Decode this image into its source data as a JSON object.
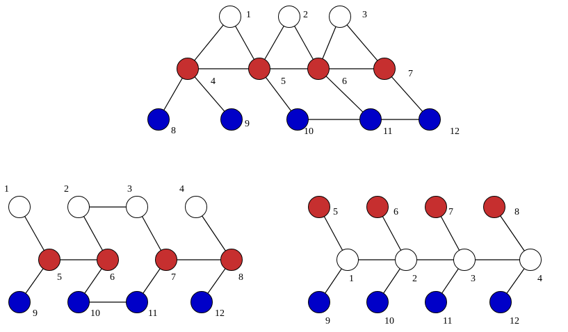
{
  "colors": {
    "white": "#ffffff",
    "red": "#c62f2f",
    "blue": "#0000c8",
    "edge": "#000000"
  },
  "graphs": [
    {
      "id": "top",
      "nodes": [
        {
          "id": "1",
          "color": "white",
          "label": "1"
        },
        {
          "id": "2",
          "color": "white",
          "label": "2"
        },
        {
          "id": "3",
          "color": "white",
          "label": "3"
        },
        {
          "id": "4",
          "color": "red",
          "label": "4"
        },
        {
          "id": "5",
          "color": "red",
          "label": "5"
        },
        {
          "id": "6",
          "color": "red",
          "label": "6"
        },
        {
          "id": "7",
          "color": "red",
          "label": "7"
        },
        {
          "id": "8",
          "color": "blue",
          "label": "8"
        },
        {
          "id": "9",
          "color": "blue",
          "label": "9"
        },
        {
          "id": "10",
          "color": "blue",
          "label": "10"
        },
        {
          "id": "11",
          "color": "blue",
          "label": "11"
        },
        {
          "id": "12",
          "color": "blue",
          "label": "12"
        }
      ],
      "edges": [
        [
          "1",
          "4"
        ],
        [
          "1",
          "5"
        ],
        [
          "2",
          "5"
        ],
        [
          "2",
          "6"
        ],
        [
          "3",
          "6"
        ],
        [
          "3",
          "7"
        ],
        [
          "4",
          "5"
        ],
        [
          "5",
          "6"
        ],
        [
          "6",
          "7"
        ],
        [
          "4",
          "8"
        ],
        [
          "4",
          "9"
        ],
        [
          "5",
          "10"
        ],
        [
          "6",
          "11"
        ],
        [
          "7",
          "12"
        ],
        [
          "10",
          "11"
        ],
        [
          "11",
          "12"
        ]
      ]
    },
    {
      "id": "bottom-left",
      "nodes": [
        {
          "id": "1",
          "color": "white",
          "label": "1"
        },
        {
          "id": "2",
          "color": "white",
          "label": "2"
        },
        {
          "id": "3",
          "color": "white",
          "label": "3"
        },
        {
          "id": "4",
          "color": "white",
          "label": "4"
        },
        {
          "id": "5",
          "color": "red",
          "label": "5"
        },
        {
          "id": "6",
          "color": "red",
          "label": "6"
        },
        {
          "id": "7",
          "color": "red",
          "label": "7"
        },
        {
          "id": "8",
          "color": "red",
          "label": "8"
        },
        {
          "id": "9",
          "color": "blue",
          "label": "9"
        },
        {
          "id": "10",
          "color": "blue",
          "label": "10"
        },
        {
          "id": "11",
          "color": "blue",
          "label": "11"
        },
        {
          "id": "12",
          "color": "blue",
          "label": "12"
        }
      ],
      "edges": [
        [
          "1",
          "5"
        ],
        [
          "2",
          "3"
        ],
        [
          "2",
          "6"
        ],
        [
          "3",
          "7"
        ],
        [
          "4",
          "8"
        ],
        [
          "5",
          "6"
        ],
        [
          "7",
          "8"
        ],
        [
          "5",
          "9"
        ],
        [
          "6",
          "10"
        ],
        [
          "7",
          "11"
        ],
        [
          "8",
          "12"
        ],
        [
          "10",
          "11"
        ]
      ]
    },
    {
      "id": "bottom-right",
      "nodes": [
        {
          "id": "1",
          "color": "white",
          "label": "1"
        },
        {
          "id": "2",
          "color": "white",
          "label": "2"
        },
        {
          "id": "3",
          "color": "white",
          "label": "3"
        },
        {
          "id": "4",
          "color": "white",
          "label": "4"
        },
        {
          "id": "5",
          "color": "red",
          "label": "5"
        },
        {
          "id": "6",
          "color": "red",
          "label": "6"
        },
        {
          "id": "7",
          "color": "red",
          "label": "7"
        },
        {
          "id": "8",
          "color": "red",
          "label": "8"
        },
        {
          "id": "9",
          "color": "blue",
          "label": "9"
        },
        {
          "id": "10",
          "color": "blue",
          "label": "10"
        },
        {
          "id": "11",
          "color": "blue",
          "label": "11"
        },
        {
          "id": "12",
          "color": "blue",
          "label": "12"
        }
      ],
      "edges": [
        [
          "1",
          "2"
        ],
        [
          "2",
          "3"
        ],
        [
          "3",
          "4"
        ],
        [
          "1",
          "5"
        ],
        [
          "2",
          "6"
        ],
        [
          "3",
          "7"
        ],
        [
          "4",
          "8"
        ],
        [
          "1",
          "9"
        ],
        [
          "2",
          "10"
        ],
        [
          "3",
          "11"
        ],
        [
          "4",
          "12"
        ]
      ]
    }
  ]
}
